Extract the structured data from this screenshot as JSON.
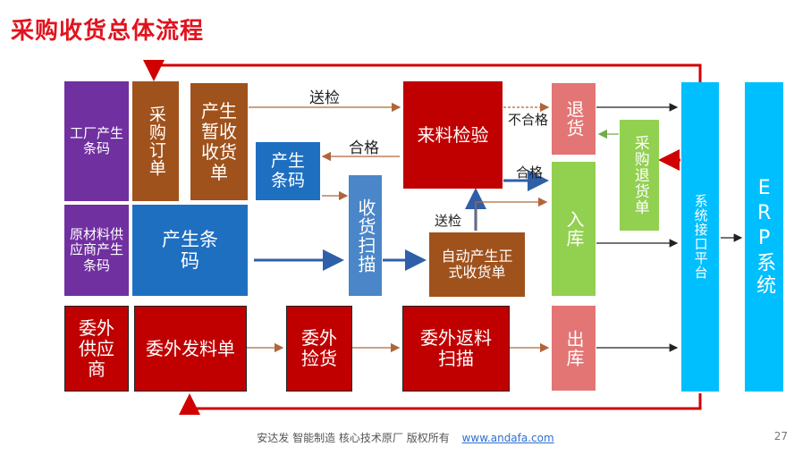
{
  "title": "采购收货总体流程",
  "colors": {
    "purple": "#7030a0",
    "brown": "#a0521c",
    "blue": "#1f6fc1",
    "steel": "#4a86c8",
    "red": "#c00000",
    "pink": "#e37575",
    "green": "#92d050",
    "cyan": "#00bfff",
    "loop": "#d00000"
  },
  "nodes": {
    "factory_barcode": "工厂产生条码",
    "supplier_barcode": "原材料供应商产生条码",
    "purchase_order": "采购订单",
    "temp_receipt": "产生暂收收货单",
    "gen_barcode_small": "产生条码",
    "gen_barcode_big": "产生条码",
    "receive_scan": "收货扫描",
    "incoming_inspection": "来料检验",
    "auto_receipt": "自动产生正式收货单",
    "return_goods": "退货",
    "purchase_return": "采购退货单",
    "stock_in": "入库",
    "stock_out": "出库",
    "interface": "系统接口平台",
    "erp": "ERP系统",
    "outsource_supplier": "委外供应商",
    "outsource_issue": "委外发料单",
    "outsource_pick": "委外捡货",
    "outsource_return_scan": "委外返料扫描"
  },
  "edge_labels": {
    "send_inspect_top": "送检",
    "pass_left": "合格",
    "fail": "不合格",
    "pass_right": "合格",
    "send_inspect_mid": "送检"
  },
  "footer": {
    "text": "安达发   智能制造 核心技术原厂    版权所有",
    "url": "www.andafa.com"
  },
  "page_number": "27"
}
